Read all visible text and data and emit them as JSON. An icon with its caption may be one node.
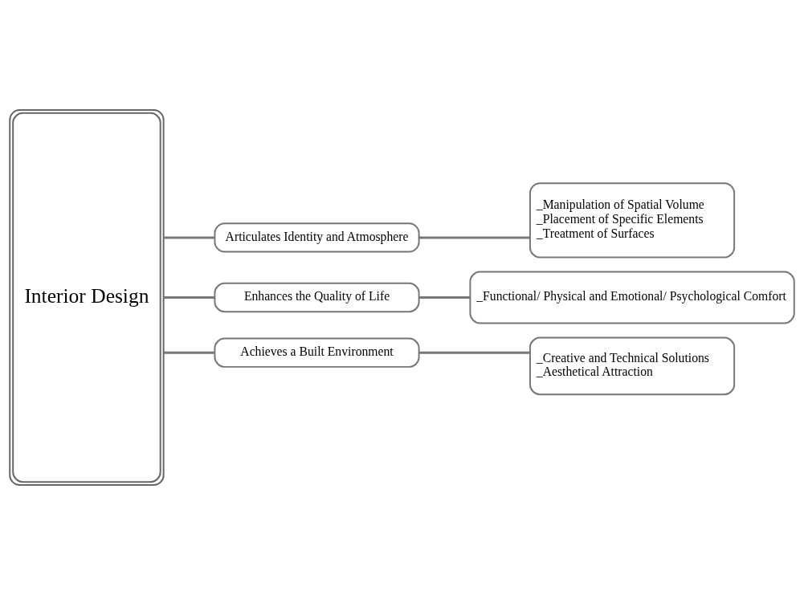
{
  "diagram": {
    "nodes": [
      {
        "text": [
          "Interior Design"
        ]
      },
      {
        "text": [
          "Articulates Identity and Atmosphere"
        ]
      },
      {
        "text": [
          "_Manipulation of Spatial Volume",
          "_Placement of Specific Elements",
          "_Treatment of Surfaces"
        ]
      },
      {
        "text": [
          "Enhances the Quality of Life"
        ]
      },
      {
        "text": [
          "_Functional/ Physical and Emotional/ Psychological Comfort"
        ]
      },
      {
        "text": [
          "Achieves a Built Environment"
        ]
      },
      {
        "text": [
          "_Creative and Technical Solutions",
          "_Aesthetical Attraction"
        ]
      }
    ],
    "edges": [
      {
        "from": 0,
        "to": 1,
        "arrow": "none"
      },
      {
        "from": 1,
        "to": 2,
        "arrow": "none"
      },
      {
        "from": 0,
        "to": 3,
        "arrow": "none"
      },
      {
        "from": 3,
        "to": 4,
        "arrow": "none"
      },
      {
        "from": 0,
        "to": 5,
        "arrow": "none"
      },
      {
        "from": 5,
        "to": 6,
        "arrow": "none"
      }
    ]
  }
}
